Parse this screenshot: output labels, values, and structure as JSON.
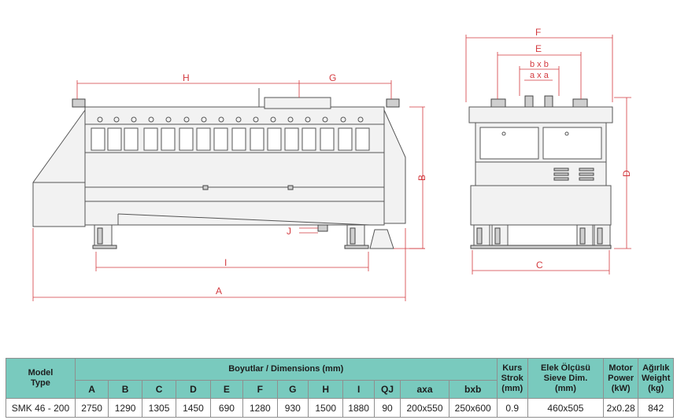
{
  "drawing": {
    "side_view_labels": {
      "H": "H",
      "G": "G",
      "B": "B",
      "J": "J",
      "I": "I",
      "A": "A"
    },
    "front_view_labels": {
      "F": "F",
      "E": "E",
      "bxb": "b x b",
      "axa": "a x a",
      "D": "D",
      "C": "C"
    },
    "colors": {
      "dimension": "#d33a3f",
      "outline": "#555555",
      "table_header": "#79cabe"
    }
  },
  "table": {
    "model_header": [
      "Model",
      "Type"
    ],
    "dimensions_header": "Boyutlar / Dimensions (mm)",
    "columns": [
      "A",
      "B",
      "C",
      "D",
      "E",
      "F",
      "G",
      "H",
      "I",
      "QJ",
      "axa",
      "bxb"
    ],
    "stroke_header": [
      "Kurs",
      "Strok",
      "(mm)"
    ],
    "sieve_header": [
      "Elek Ölçüsü",
      "Sieve Dim.",
      "(mm)"
    ],
    "motor_header": [
      "Motor",
      "Power",
      "(kW)"
    ],
    "weight_header": [
      "Ağırlık",
      "Weight",
      "(kg)"
    ],
    "rows": [
      {
        "model": "SMK 46 - 200",
        "dims": [
          "2750",
          "1290",
          "1305",
          "1450",
          "690",
          "1280",
          "930",
          "1500",
          "1880",
          "90",
          "200x550",
          "250x600"
        ],
        "stroke": "0.9",
        "sieve": "460x505",
        "motor": "2x0.28",
        "weight": "842"
      }
    ]
  }
}
